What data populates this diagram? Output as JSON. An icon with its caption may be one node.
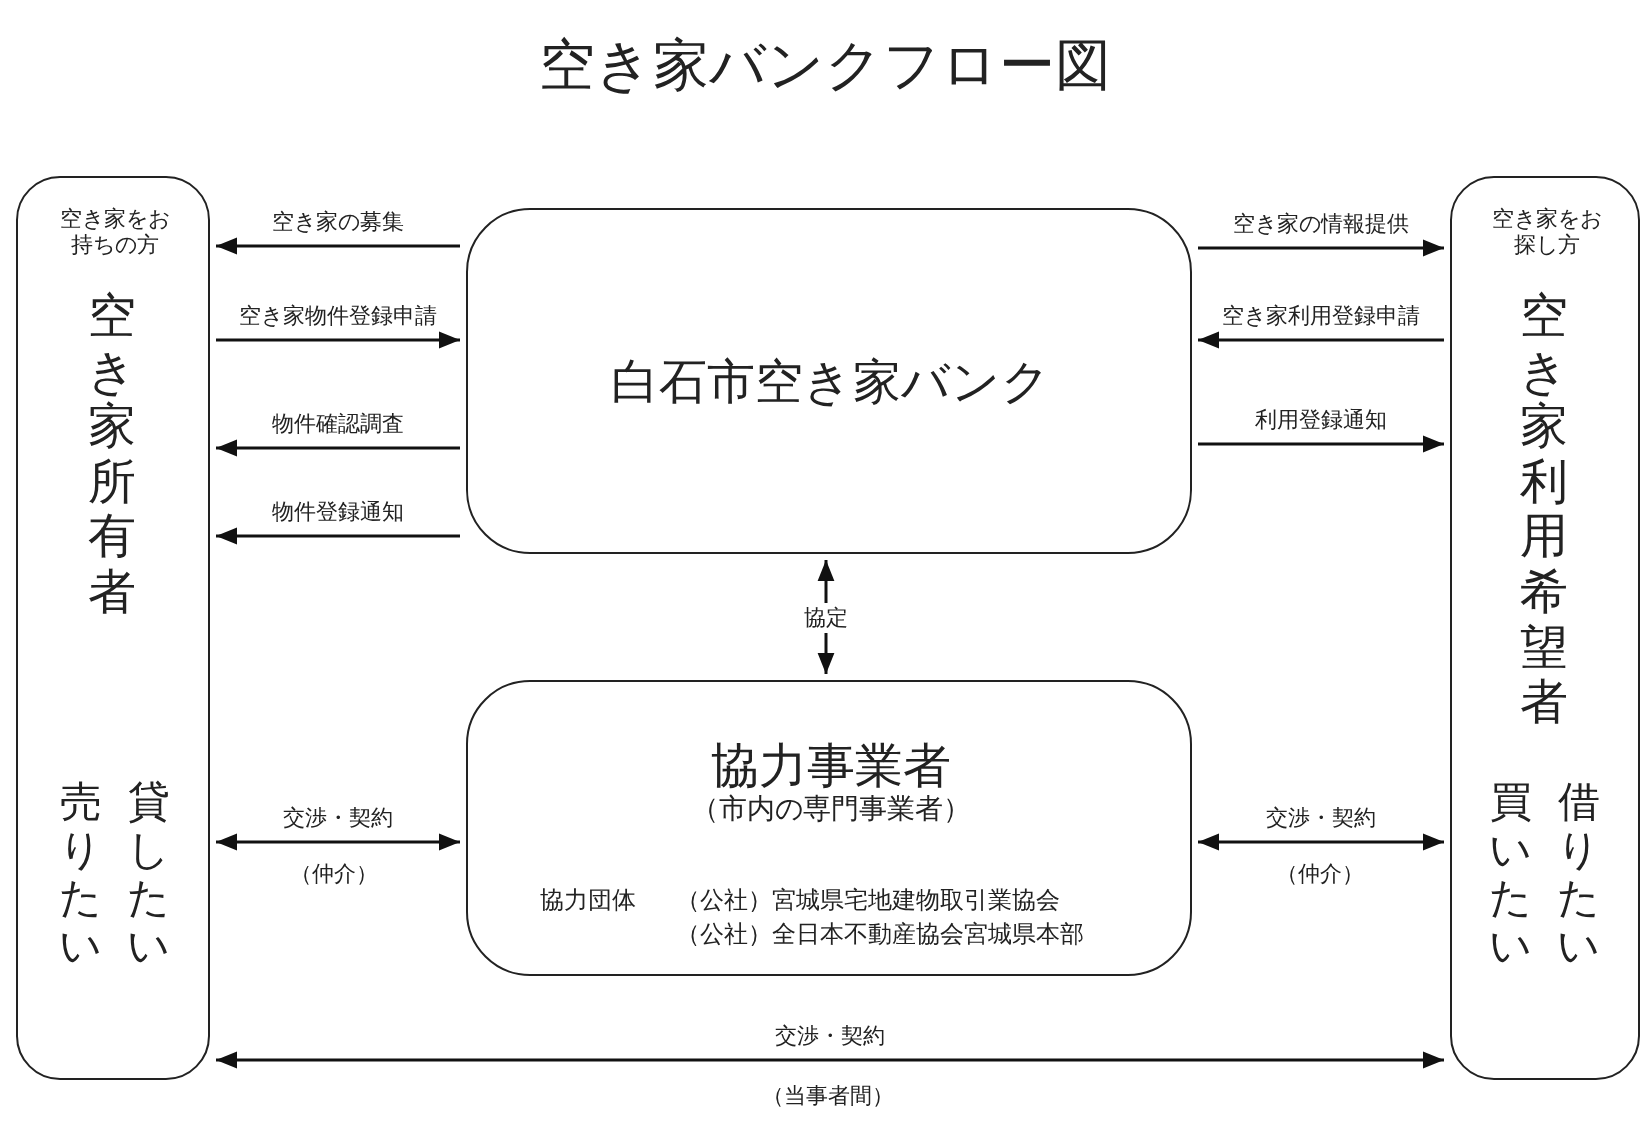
{
  "diagram": {
    "title": "空き家バンクフロー図",
    "nodes": [
      {
        "text": [
          "空き家をお持ちの方",
          "空き家所有者",
          "貸したい",
          "売りたい"
        ]
      },
      {
        "text": [
          "白石市空き家バンク"
        ]
      },
      {
        "text": [
          "協力事業者",
          "（市内の専門事業者）",
          "協力団体",
          "（公社）宮城県宅地建物取引業協会",
          "（公社）全日本不動産協会宮城県本部"
        ]
      },
      {
        "text": [
          "空き家をお探し方",
          "空き家利用希望者",
          "借りたい",
          "買いたい"
        ]
      }
    ],
    "edges": [
      {
        "from": 1,
        "to": 0,
        "arrow": "to",
        "label": "空き家の募集"
      },
      {
        "from": 0,
        "to": 1,
        "arrow": "to",
        "label": "空き家物件登録申請"
      },
      {
        "from": 1,
        "to": 0,
        "arrow": "to",
        "label": "物件確認調査"
      },
      {
        "from": 1,
        "to": 0,
        "arrow": "to",
        "label": "物件登録通知"
      },
      {
        "from": 1,
        "to": 3,
        "arrow": "to",
        "label": "空き家の情報提供"
      },
      {
        "from": 3,
        "to": 1,
        "arrow": "to",
        "label": "空き家利用登録申請"
      },
      {
        "from": 1,
        "to": 3,
        "arrow": "to",
        "label": "利用登録通知"
      },
      {
        "from": 1,
        "to": 2,
        "arrow": "both",
        "label": "協定"
      },
      {
        "from": 0,
        "to": 2,
        "arrow": "both",
        "label": "交渉・契約"
      },
      {
        "from": 2,
        "to": 3,
        "arrow": "both",
        "label": "交渉・契約"
      },
      {
        "from": 0,
        "to": 3,
        "arrow": "both",
        "label": "交渉・契約"
      }
    ],
    "labels": [
      "（仲介）",
      "（仲介）",
      "（当事者間）"
    ]
  }
}
